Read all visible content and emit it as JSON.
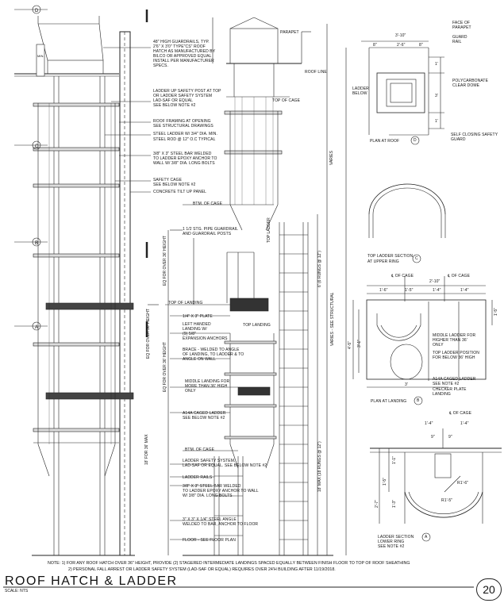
{
  "title": "ROOF HATCH & LADDER",
  "scale": "SCALE: NTS",
  "sheet_number": "20",
  "notes": {
    "note1": "NOTE: 1) FOR ANY ROOF HATCH OVER 36\" HEIGHT, PROVIDE (2) STAGERED INTERMEDIATE LANDINGS SPACED EQUALLY BETWEEN FINISH FLOOR TO TOP OF ROOF SHEATHING",
    "note2": "2) PERSONAL FALL ARREST OR LADDER SAFETY SYSTEM (LAD-SAF OR EQUAL) REQUIRES OVER 24'H BUILDING AFTER 11/19/2018."
  },
  "section_markers": [
    "A",
    "B",
    "C",
    "D",
    "B",
    "C",
    "A"
  ],
  "callouts_left": [
    "48\" HIGH GUARDRAILS, TYP.",
    "2'6\" X 3'0\" TYPE\"CS\" ROOF",
    "HATCH AS MANUFACTURED BY",
    "BILCO OR APPROVED EQUAL",
    "INSTALL PER MANUFACTURER",
    "SPECS.",
    "LADDER UP SAFETY POST AT TOP",
    "OR LADDER SAFETY SYSTEM",
    "LAD-SAF OR EQUAL",
    "SEE BELOW NOTE #2",
    "ROOF FRAMING AT OPENING",
    "SEE STRUCTURAL DRAWINGS",
    "STEEL LADDER W/ 3/4\" DIA. MIN.",
    "STEEL ROD @ 12\" O.C TYPICAL",
    "3/8\" X 3\" STEEL BAR WELDED",
    "TO LADDER EPOXY ANCHOR TO",
    "WALL W/ 3/8\" DIA. LONG BOLTS",
    "SAFETY CAGE",
    "SEE BELOW NOTE #2",
    "CONCRETE TILT UP PANEL"
  ],
  "callouts_mid": [
    "1 1/2 STG. PIPE GUARDRAIL",
    "AND GUARDRAIL POSTS",
    "1/4\" X 3\" PLATE",
    "LEFT HANDED",
    "LANDING W/",
    "(9) 5/8\"",
    "EXPANSION ANCHORS",
    "BRACE - WELDED TO ANGLE",
    "OF LANDING, TO LADDER & TO",
    "ANGLE ON WALL",
    "MIDDLE LANDING FOR",
    "MORE THAN 36' HIGH",
    "ONLY",
    "A14A CAGED LADDER",
    "SEE BELOW NOTE #2",
    "LADDER SAFETY SYSTEM,",
    "LAD-SAF OR EQUAL. SEE BELOW NOTE #2",
    "LADDER RAILS",
    "3/8\" X 3\" STEEL BAR WELDED",
    "TO LADDER EPOXY ANCHOR TO WALL",
    "W/ 3/8\" DIA. LONG BOLTS",
    "3\" X 3\" X 1/4\" STEEL ANGLE",
    "WELDED TO BAR, ANCHOR TO FLOOR",
    "FLOOR - SEE FLOOR PLAN"
  ],
  "labels": {
    "parapet": "PARAPET",
    "roof_line": "ROOF LINE",
    "top_of_cage": "TOP OF CAGE",
    "btm_of_cage_1": "BTM. OF CAGE",
    "top_of_landing": "TOP OF LANDING",
    "top_landing": "TOP LANDING",
    "top_ladder": "TOP LADDER",
    "btm_of_cage_2": "BTM. OF CAGE",
    "varies": "VARIES",
    "varies_structural": "VARIES - SEE STRUCTURAL",
    "rungs_upper": "6' (6 RUNGS @ 12\")",
    "rungs_lower": "18' MAX (18 RUNGS @ 12\")",
    "eq_upper": "EQ FOR OVER 36' HEIGHT",
    "eq_mid": "EQ FOR OVER 36' HEIGHT",
    "eq_lower": "EQ FOR OVER 36' HEIGHT",
    "max_18": "18' FOR 36' MAX"
  },
  "plan_at_roof": {
    "title": "PLAN AT ROOF",
    "marker": "D",
    "dim_top": "3'-10\"",
    "dim_a": "8\"",
    "dim_b": "2'-6\"",
    "dim_c": "8\"",
    "face_of_parapet_1": "FACE OF",
    "face_of_parapet_2": "PARAPET",
    "guard_1": "GUARD",
    "guard_2": "RAIL",
    "ladder_below_1": "LADDER",
    "ladder_below_2": "BELOW",
    "dome_1": "POLYCARBONATE",
    "dome_2": "CLEAR DOME",
    "gate_1": "SELF CLOSING SAFETY",
    "gate_2": "GUARD",
    "dim_right_1": "1'",
    "dim_right_2": "3'",
    "dim_right_3": "1'"
  },
  "top_ladder_section": {
    "title_1": "TOP LADDER SECTION",
    "title_2": "AT UPPER RING",
    "marker": "C"
  },
  "plan_at_landing": {
    "title": "PLAN AT LANDING",
    "marker": "B",
    "cl_cage_1": "℄ OF CAGE",
    "cl_cage_2": "℄ OF CAGE",
    "dim_top": "2'-10\"",
    "dim_1": "1'-6\"",
    "dim_2": "1'-5\"",
    "dim_3": "1'-4\"",
    "dim_4": "1'-4\"",
    "dim_left_1": "4'-5\"",
    "dim_left_2": "3'-1\"",
    "dim_right": "1'-5\"",
    "dim_bottom": "3'",
    "middle_ladder_1": "MIDDLE LADDER FOR",
    "middle_ladder_2": "HIGHER THAN 36'",
    "middle_ladder_3": "ONLY",
    "top_ladder_1": "TOP LADDER POSITION",
    "top_ladder_2": "FOR BELOW 36' HIGH",
    "caged_1": "A14A CAGED LADDER",
    "caged_2": "SEE NOTE #2",
    "checker_1": "CHECKER PLATE",
    "checker_2": "LANDING"
  },
  "ladder_section_lower": {
    "title_1": "LADDER SECTION",
    "title_2": "LOWER RING",
    "title_3": "SEE NOTE #2",
    "marker": "A",
    "cl_cage": "℄ OF CAGE",
    "dim_1": "1'-4\"",
    "dim_2": "1'-4\"",
    "dim_3": "9\"",
    "dim_4": "9\"",
    "dim_left_1": "2'-7\"",
    "dim_left_2": "1'-5\"",
    "dim_left_3": "1'-3\"",
    "dim_left_4": "1'-1\"",
    "radius_1": "R1'-6\"",
    "radius_2": "R1'-5\""
  }
}
